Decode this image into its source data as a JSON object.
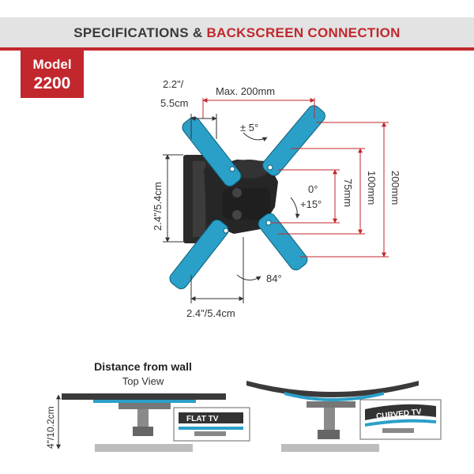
{
  "header": {
    "title_part1": "SPECIFICATIONS & ",
    "title_part2": "BACKSCREEN CONNECTION",
    "accent_color": "#c1272d"
  },
  "badge": {
    "line1": "Model",
    "line2": "2200"
  },
  "diagram": {
    "offset_top": "2.2\"/",
    "offset_bottom": "5.5cm",
    "max_width": "Max. 200mm",
    "tilt_top": "± 5°",
    "tilt_right_1": "0°",
    "tilt_right_2": "+15°",
    "rotation": "84°",
    "plate_height": "2.4\"/5.4cm",
    "plate_width": "2.4\"/5.4cm",
    "dim_75": "75mm",
    "dim_100": "100mm",
    "dim_200": "200mm",
    "arm_color": "#2aa0c8"
  },
  "wall": {
    "title": "Distance from wall",
    "subtitle": "Top View",
    "depth": "4\"/10.2cm",
    "flat_label": "FLAT TV",
    "curved_label": "CURVED TV"
  }
}
